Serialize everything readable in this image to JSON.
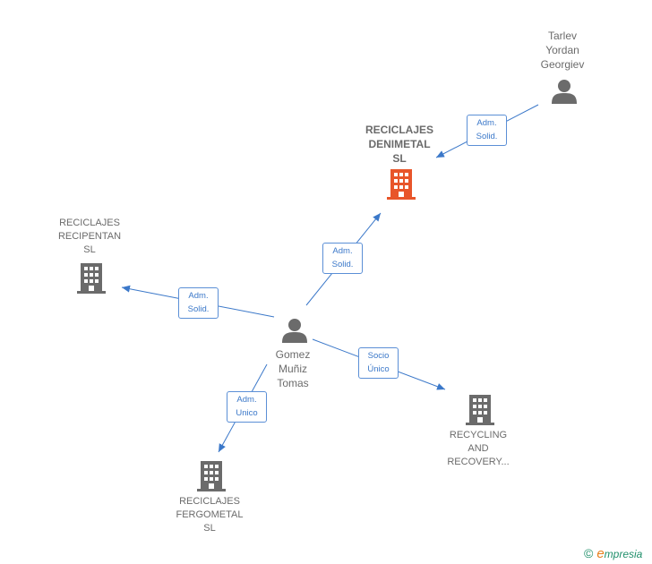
{
  "nodes": {
    "tarlev": {
      "label": "Tarlev\nYordan\nGeorgiev",
      "icon": "person-icon"
    },
    "denimetal": {
      "label": "RECICLAJES\nDENIMETAL\nSL",
      "icon": "building-icon",
      "color": "#e8552a"
    },
    "recipentan": {
      "label": "RECICLAJES\nRECIPENTAN\nSL",
      "icon": "building-icon"
    },
    "gomez": {
      "label": "Gomez\nMuñiz\nTomas",
      "icon": "person-icon"
    },
    "recycling": {
      "label": "RECYCLING\nAND\nRECOVERY...",
      "icon": "building-icon"
    },
    "fergometal": {
      "label": "RECICLAJES\nFERGOMETAL\nSL",
      "icon": "building-icon"
    }
  },
  "edges": {
    "tarlev_denimetal": "Adm.\nSolid.",
    "gomez_denimetal": "Adm.\nSolid.",
    "gomez_recipentan": "Adm.\nSolid.",
    "gomez_recycling": "Socio\nÚnico",
    "gomez_fergometal": "Adm.\nUnico"
  },
  "colors": {
    "edge": "#3b78c9",
    "icon": "#6b6b6b",
    "highlight": "#e8552a"
  },
  "brand": {
    "copyright": "©",
    "name_first": "e",
    "name_rest": "mpresia"
  }
}
